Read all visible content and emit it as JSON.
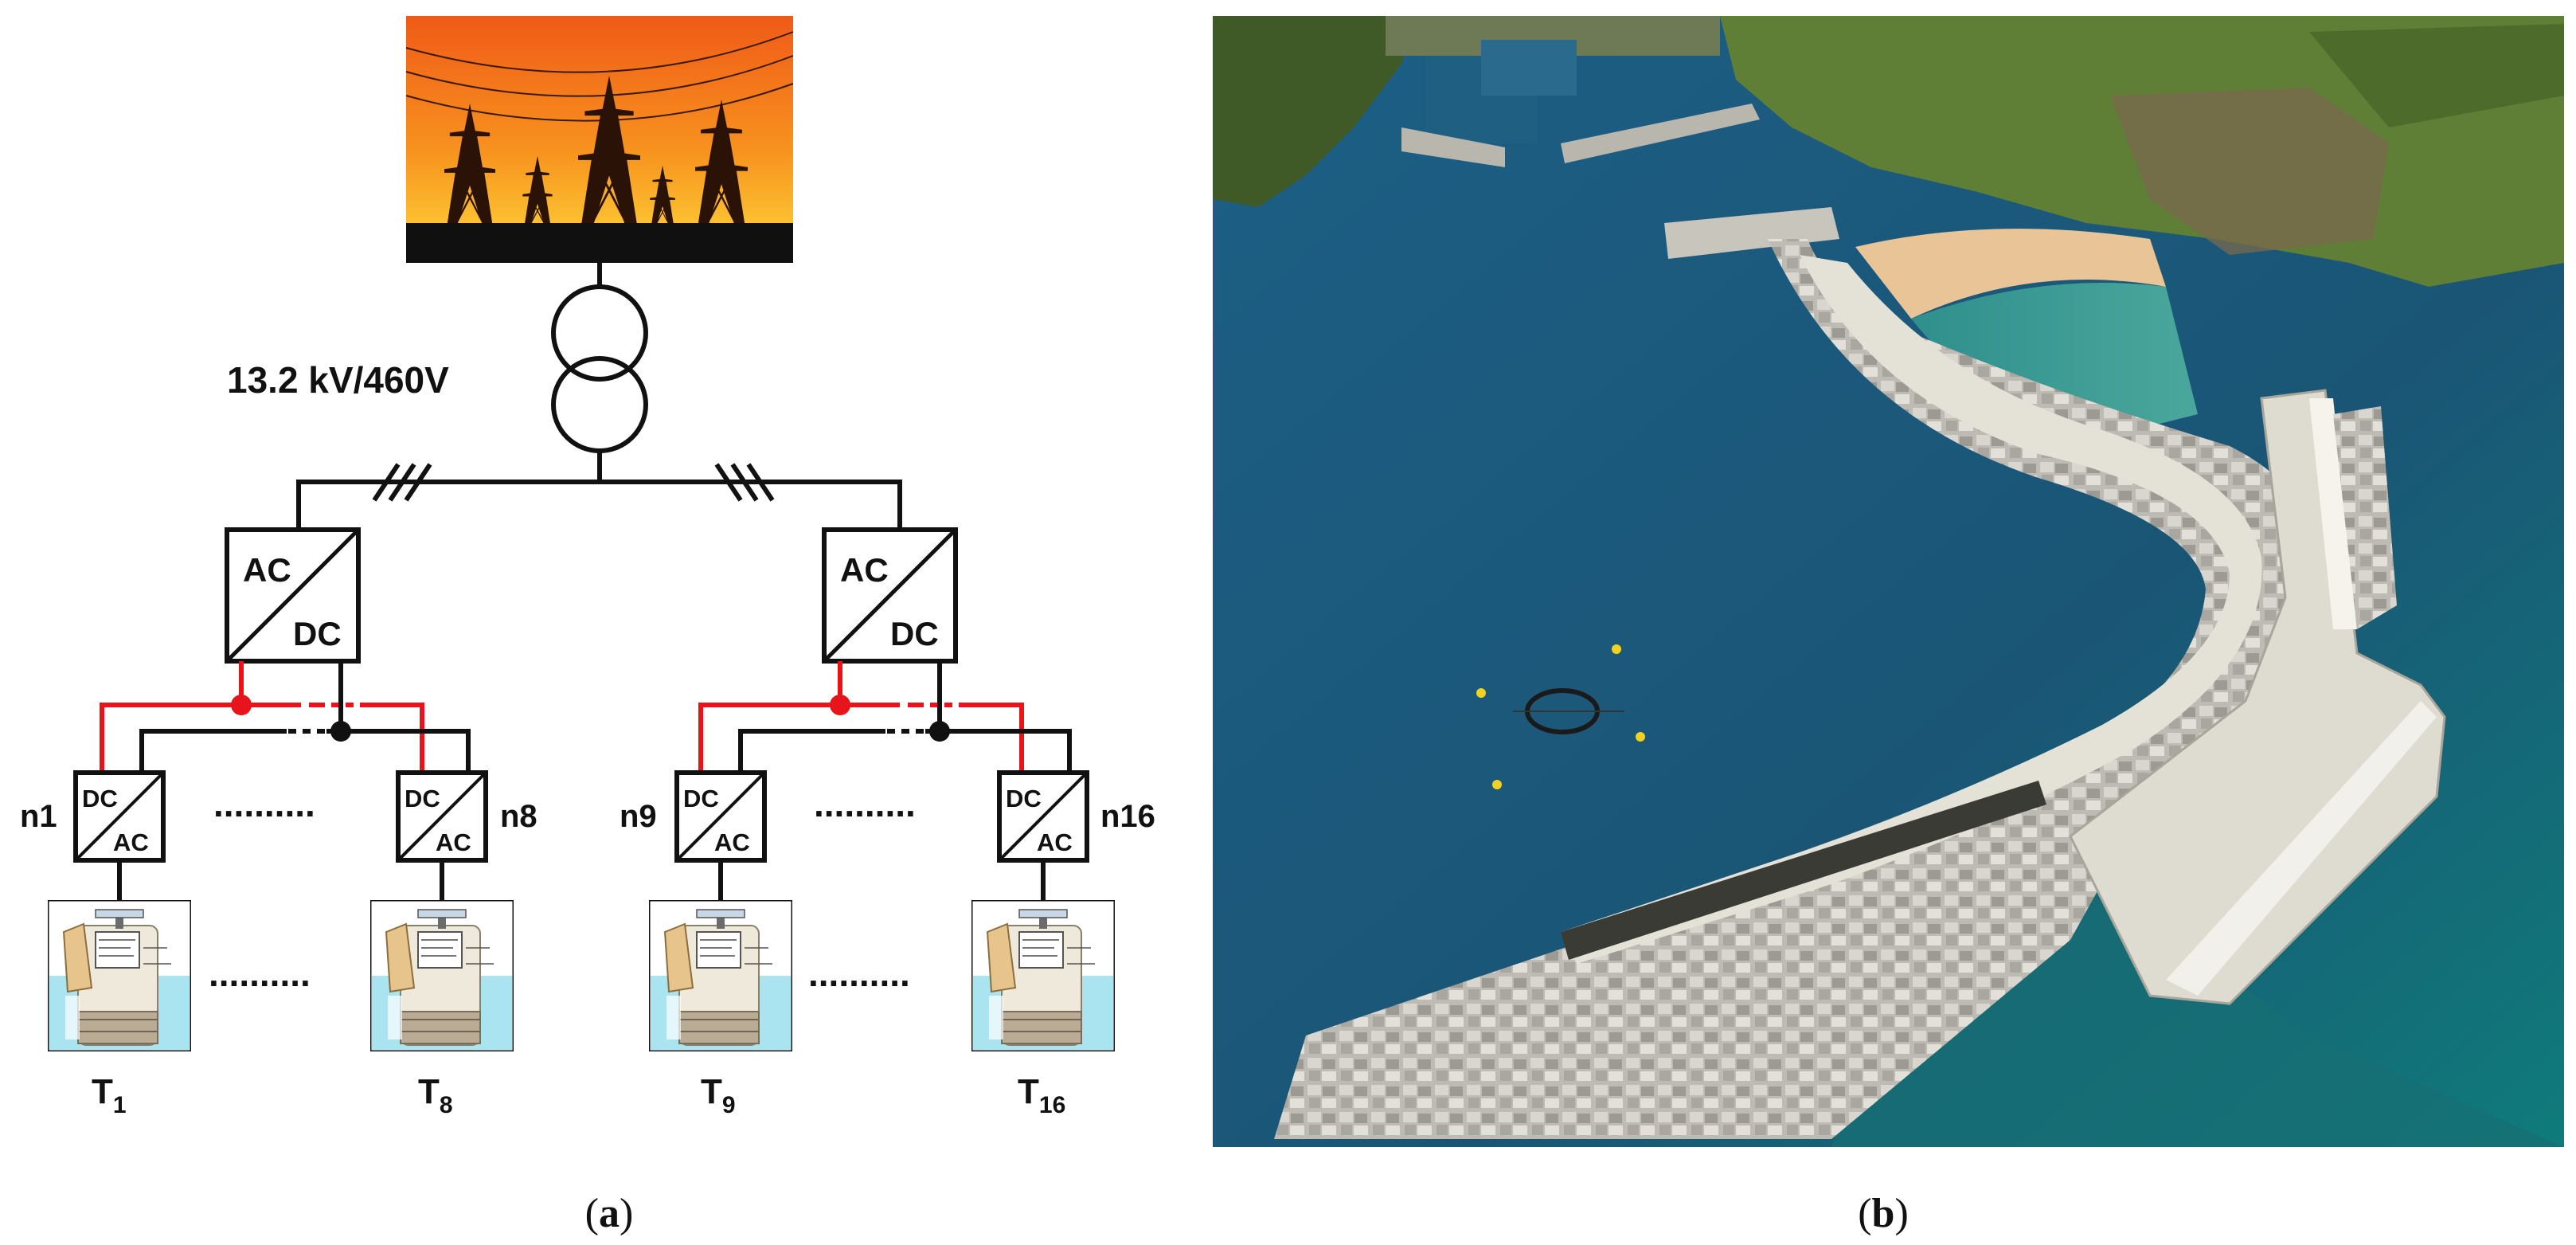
{
  "diagram": {
    "transformer_label": "13.2 kV/460V",
    "converters": {
      "main_ac": "AC",
      "main_dc": "DC",
      "unit_dc": "DC",
      "unit_ac": "AC"
    },
    "nodes": [
      "n1",
      "n8",
      "n9",
      "n16"
    ],
    "ellipsis": "..........",
    "turbines": {
      "letter": "T",
      "subscripts": [
        "1",
        "8",
        "9",
        "16"
      ]
    },
    "colors": {
      "dc_positive": "#e8141c",
      "line": "#111111",
      "water": "#a9e4f0",
      "sunset_top": "#f06a1a",
      "sunset_bottom": "#ffd23a"
    }
  },
  "captions": {
    "a": "a",
    "b": "b"
  },
  "photo": {
    "sea_color": "#1f5f82",
    "land_color": "#5f7e36",
    "breakwater_color": "#d9d6cc"
  }
}
